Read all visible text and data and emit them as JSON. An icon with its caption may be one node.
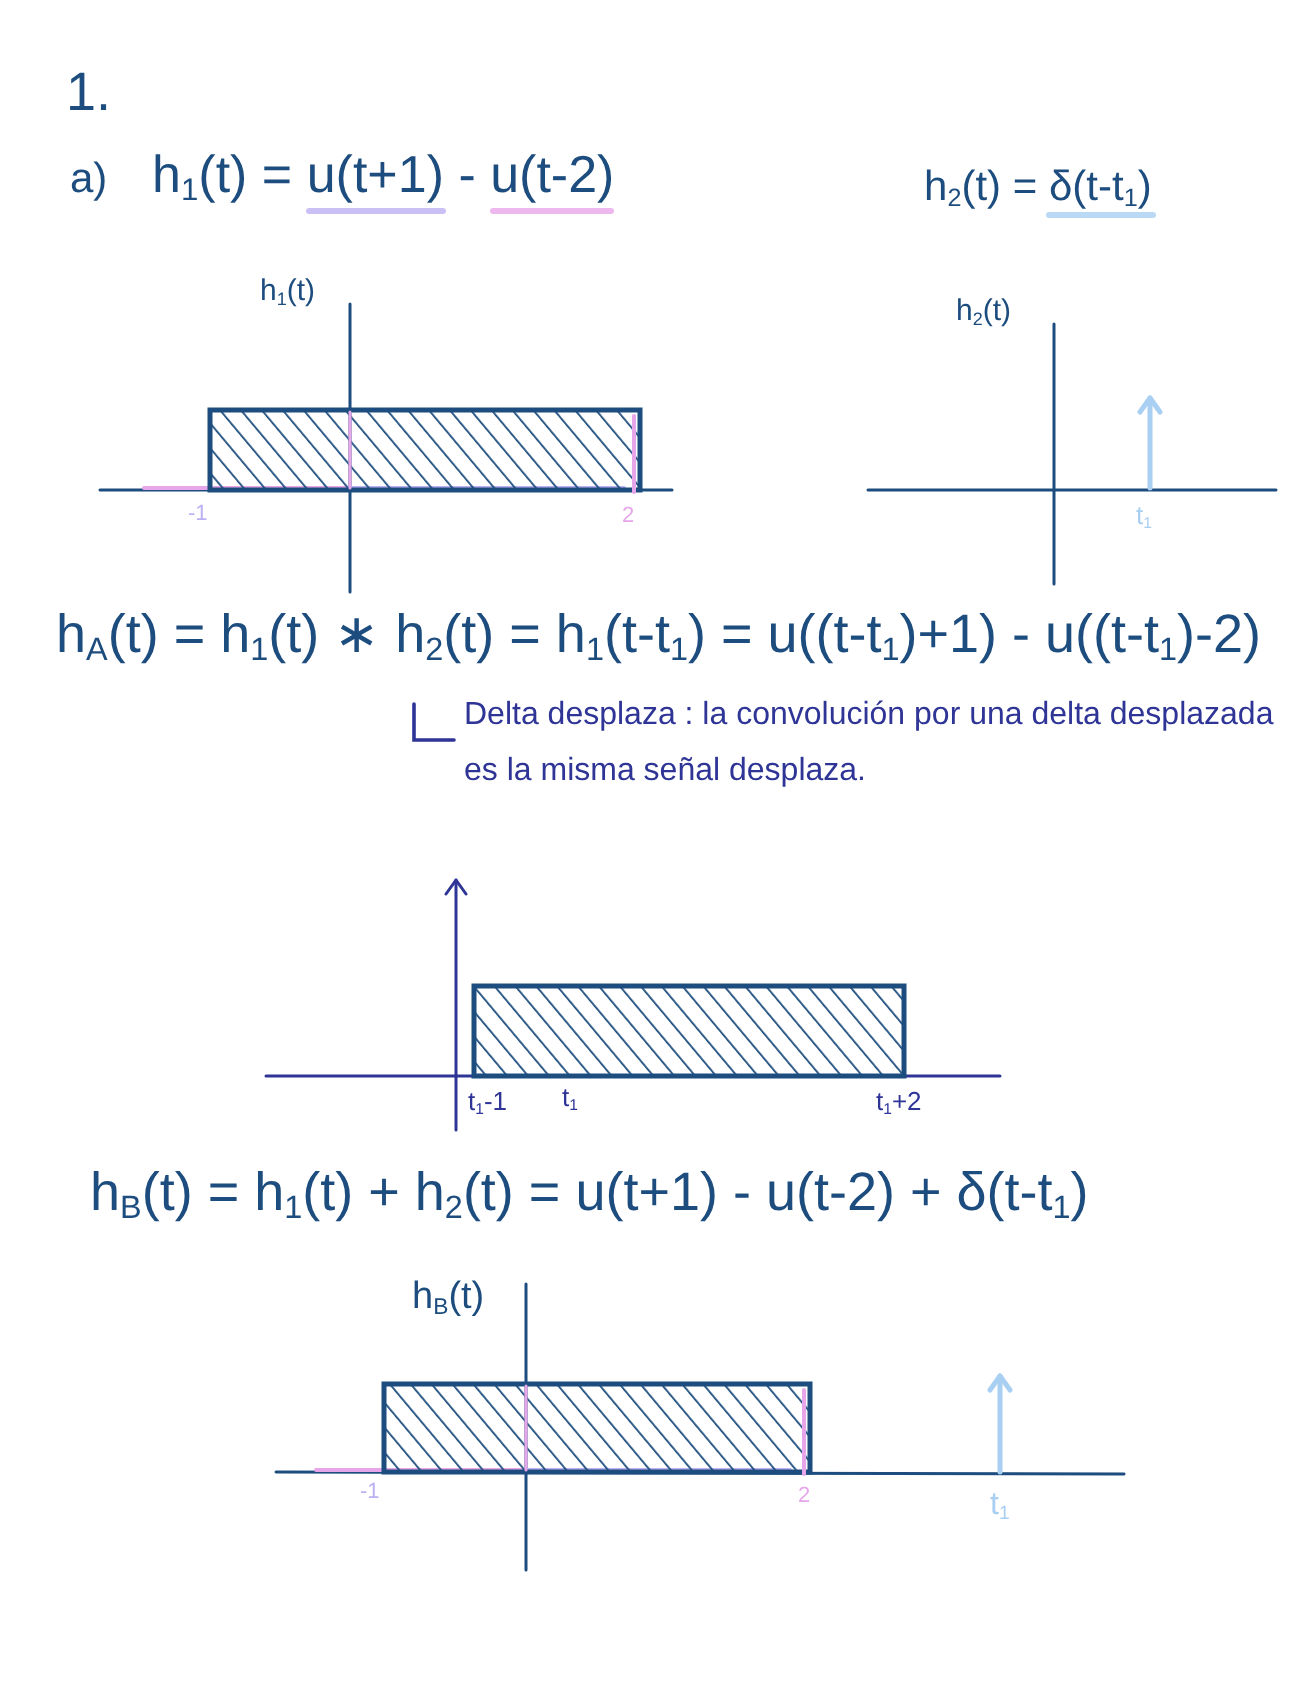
{
  "diagram": {
    "title": "1.",
    "labels": [
      "a)",
      "h$_{1}$(t) = u(t+1) - u(t-2)",
      "h$_{2}$(t) = δ(t-t$_{1}$)",
      "h$_{1}$(t)",
      "-1",
      "2",
      "h$_{2}$(t)",
      "t$_{1}$",
      "h$_{A}$(t) = h$_{1}$(t) ∗ h$_{2}$(t) = h$_{1}$(t-t$_{1}$) = u((t-t$_{1}$)+1) - u((t-t$_{1}$)-2)",
      "Delta desplaza : la convolución por una delta desplazada es la misma señal desplaza.",
      "t$_{1}$-1",
      "t$_{1}$",
      "t$_{1}$+2",
      "h$_{B}$(t) = h$_{1}$(t) + h$_{2}$(t) = u(t+1) - u(t-2) + δ(t-t$_{1}$)",
      "h$_{B}$(t)",
      "-1",
      "2",
      "t$_{1}$"
    ]
  }
}
